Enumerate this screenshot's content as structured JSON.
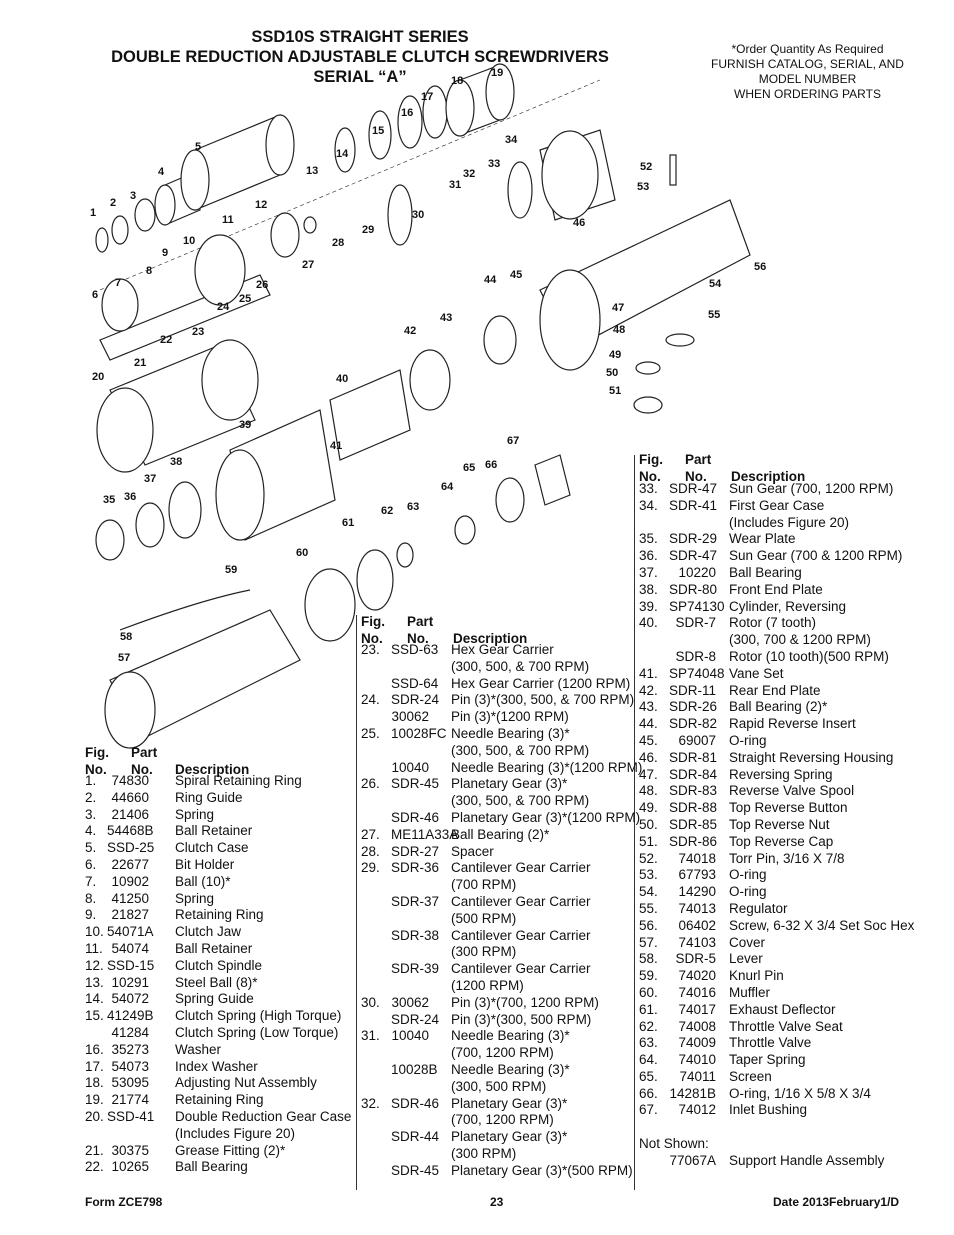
{
  "header": {
    "title_line1": "SSD10S STRAIGHT SERIES",
    "title_line2": "DOUBLE REDUCTION ADJUSTABLE CLUTCH SCREWDRIVERS",
    "title_line3": "SERIAL “A”"
  },
  "order_note": [
    "*Order Quantity As Required",
    "FURNISH CATALOG, SERIAL, AND",
    "MODEL NUMBER",
    "WHEN ORDERING PARTS"
  ],
  "diagram": {
    "callouts": [
      "1",
      "2",
      "3",
      "4",
      "5",
      "6",
      "7",
      "8",
      "9",
      "10",
      "11",
      "12",
      "13",
      "14",
      "15",
      "16",
      "17",
      "18",
      "19",
      "20",
      "21",
      "22",
      "23",
      "24",
      "25",
      "26",
      "27",
      "28",
      "29",
      "30",
      "31",
      "32",
      "33",
      "34",
      "35",
      "36",
      "37",
      "38",
      "39",
      "40",
      "41",
      "42",
      "43",
      "44",
      "45",
      "46",
      "47",
      "48",
      "49",
      "50",
      "51",
      "52",
      "53",
      "54",
      "55",
      "56",
      "57",
      "58",
      "59",
      "60",
      "61",
      "62",
      "63",
      "64",
      "65",
      "66",
      "67"
    ]
  },
  "table_headers": {
    "fig": "Fig.",
    "no": "No.",
    "part": "Part",
    "part_no": "No.",
    "desc": "Description"
  },
  "col1": [
    {
      "f": "1.",
      "p": "74830",
      "d": "Spiral Retaining Ring"
    },
    {
      "f": "2.",
      "p": "44660",
      "d": "Ring Guide"
    },
    {
      "f": "3.",
      "p": "21406",
      "d": "Spring"
    },
    {
      "f": "4.",
      "p": "54468B",
      "d": "Ball Retainer"
    },
    {
      "f": "5.",
      "p": "SSD-25",
      "d": "Clutch Case"
    },
    {
      "f": "6.",
      "p": "22677",
      "d": "Bit Holder"
    },
    {
      "f": "7.",
      "p": "10902",
      "d": "Ball (10)*"
    },
    {
      "f": "8.",
      "p": "41250",
      "d": "Spring"
    },
    {
      "f": "9.",
      "p": "21827",
      "d": "Retaining Ring"
    },
    {
      "f": "10.",
      "p": "54071A",
      "d": "Clutch Jaw"
    },
    {
      "f": "11.",
      "p": "54074",
      "d": "Ball Retainer"
    },
    {
      "f": "12.",
      "p": "SSD-15",
      "d": "Clutch Spindle"
    },
    {
      "f": "13.",
      "p": "10291",
      "d": "Steel Ball (8)*"
    },
    {
      "f": "14.",
      "p": "54072",
      "d": "Spring Guide"
    },
    {
      "f": "15.",
      "p": "41249B",
      "d": "Clutch Spring (High Torque)"
    },
    {
      "f": "",
      "p": "41284",
      "d": "Clutch Spring (Low Torque)"
    },
    {
      "f": "16.",
      "p": "35273",
      "d": "Washer"
    },
    {
      "f": "17.",
      "p": "54073",
      "d": "Index Washer"
    },
    {
      "f": "18.",
      "p": "53095",
      "d": "Adjusting Nut Assembly"
    },
    {
      "f": "19.",
      "p": "21774",
      "d": "Retaining Ring"
    },
    {
      "f": "20.",
      "p": "SSD-41",
      "d": "Double Reduction Gear Case"
    },
    {
      "f": "",
      "p": "",
      "d": "(Includes Figure 20)"
    },
    {
      "f": "21.",
      "p": "30375",
      "d": "Grease Fitting (2)*"
    },
    {
      "f": "22.",
      "p": "10265",
      "d": "Ball Bearing"
    }
  ],
  "col2": [
    {
      "f": "23.",
      "p": "SSD-63",
      "d": "Hex Gear Carrier"
    },
    {
      "f": "",
      "p": "",
      "d": "(300, 500, & 700 RPM)"
    },
    {
      "f": "",
      "p": "SSD-64",
      "d": "Hex Gear Carrier (1200 RPM)"
    },
    {
      "f": "24.",
      "p": "SDR-24",
      "d": "Pin (3)*(300, 500, & 700 RPM)"
    },
    {
      "f": "",
      "p": "30062",
      "d": "Pin (3)*(1200 RPM)"
    },
    {
      "f": "25.",
      "p": "10028FC",
      "d": "Needle Bearing (3)*"
    },
    {
      "f": "",
      "p": "",
      "d": "(300, 500, & 700 RPM)"
    },
    {
      "f": "",
      "p": "10040",
      "d": "Needle Bearing (3)*(1200 RPM)"
    },
    {
      "f": "26.",
      "p": "SDR-45",
      "d": "Planetary Gear (3)*"
    },
    {
      "f": "",
      "p": "",
      "d": "(300, 500, & 700 RPM)"
    },
    {
      "f": "",
      "p": "SDR-46",
      "d": "Planetary Gear (3)*(1200 RPM)"
    },
    {
      "f": "27.",
      "p": "ME11A33A",
      "d": "Ball Bearing (2)*"
    },
    {
      "f": "28.",
      "p": "SDR-27",
      "d": "Spacer"
    },
    {
      "f": "29.",
      "p": "SDR-36",
      "d": "Cantilever Gear Carrier"
    },
    {
      "f": "",
      "p": "",
      "d": "(700 RPM)"
    },
    {
      "f": "",
      "p": "SDR-37",
      "d": "Cantilever Gear Carrier"
    },
    {
      "f": "",
      "p": "",
      "d": "(500 RPM)"
    },
    {
      "f": "",
      "p": "SDR-38",
      "d": "Cantilever Gear Carrier"
    },
    {
      "f": "",
      "p": "",
      "d": "(300 RPM)"
    },
    {
      "f": "",
      "p": "SDR-39",
      "d": "Cantilever Gear Carrier"
    },
    {
      "f": "",
      "p": "",
      "d": "(1200 RPM)"
    },
    {
      "f": "30.",
      "p": "30062",
      "d": "Pin (3)*(700, 1200 RPM)"
    },
    {
      "f": "",
      "p": "SDR-24",
      "d": "Pin (3)*(300, 500 RPM)"
    },
    {
      "f": "31.",
      "p": "10040",
      "d": "Needle Bearing (3)*"
    },
    {
      "f": "",
      "p": "",
      "d": "(700, 1200 RPM)"
    },
    {
      "f": "",
      "p": "10028B",
      "d": "Needle Bearing (3)*"
    },
    {
      "f": "",
      "p": "",
      "d": "(300, 500 RPM)"
    },
    {
      "f": "32.",
      "p": "SDR-46",
      "d": "Planetary Gear (3)*"
    },
    {
      "f": "",
      "p": "",
      "d": "(700, 1200 RPM)"
    },
    {
      "f": "",
      "p": "SDR-44",
      "d": "Planetary Gear (3)*"
    },
    {
      "f": "",
      "p": "",
      "d": "(300 RPM)"
    },
    {
      "f": "",
      "p": "SDR-45",
      "d": "Planetary Gear (3)*(500 RPM)"
    }
  ],
  "col3": [
    {
      "f": "33.",
      "p": "SDR-47",
      "d": "Sun Gear (700, 1200 RPM)"
    },
    {
      "f": "34.",
      "p": "SDR-41",
      "d": "First Gear Case"
    },
    {
      "f": "",
      "p": "",
      "d": "(Includes Figure 20)"
    },
    {
      "f": "35.",
      "p": "SDR-29",
      "d": "Wear Plate"
    },
    {
      "f": "36.",
      "p": "SDR-47",
      "d": "Sun Gear (700 & 1200 RPM)"
    },
    {
      "f": "37.",
      "p": "10220",
      "d": "Ball Bearing"
    },
    {
      "f": "38.",
      "p": "SDR-80",
      "d": "Front End Plate"
    },
    {
      "f": "39.",
      "p": "SP74130",
      "d": "Cylinder, Reversing"
    },
    {
      "f": "40.",
      "p": "SDR-7",
      "d": "Rotor (7 tooth)"
    },
    {
      "f": "",
      "p": "",
      "d": "(300, 700 & 1200 RPM)"
    },
    {
      "f": "",
      "p": "SDR-8",
      "d": "Rotor (10 tooth)(500 RPM)"
    },
    {
      "f": "41.",
      "p": "SP74048",
      "d": "Vane Set"
    },
    {
      "f": "42.",
      "p": "SDR-11",
      "d": "Rear End Plate"
    },
    {
      "f": "43.",
      "p": "SDR-26",
      "d": "Ball Bearing (2)*"
    },
    {
      "f": "44.",
      "p": "SDR-82",
      "d": "Rapid Reverse Insert"
    },
    {
      "f": "45.",
      "p": "69007",
      "d": "O-ring"
    },
    {
      "f": "46.",
      "p": "SDR-81",
      "d": "Straight Reversing Housing"
    },
    {
      "f": "47.",
      "p": "SDR-84",
      "d": "Reversing Spring"
    },
    {
      "f": "48.",
      "p": "SDR-83",
      "d": "Reverse Valve Spool"
    },
    {
      "f": "49.",
      "p": "SDR-88",
      "d": "Top Reverse Button"
    },
    {
      "f": "50.",
      "p": "SDR-85",
      "d": "Top Reverse Nut"
    },
    {
      "f": "51.",
      "p": "SDR-86",
      "d": "Top Reverse Cap"
    },
    {
      "f": "52.",
      "p": "74018",
      "d": "Torr Pin, 3/16 X 7/8"
    },
    {
      "f": "53.",
      "p": "67793",
      "d": "O-ring"
    },
    {
      "f": "54.",
      "p": "14290",
      "d": "O-ring"
    },
    {
      "f": "55.",
      "p": "74013",
      "d": "Regulator"
    },
    {
      "f": "56.",
      "p": "06402",
      "d": "Screw, 6-32 X 3/4 Set Soc Hex"
    },
    {
      "f": "57.",
      "p": "74103",
      "d": "Cover"
    },
    {
      "f": "58.",
      "p": "SDR-5",
      "d": "Lever"
    },
    {
      "f": "59.",
      "p": "74020",
      "d": "Knurl Pin"
    },
    {
      "f": "60.",
      "p": "74016",
      "d": "Muffler"
    },
    {
      "f": "61.",
      "p": "74017",
      "d": "Exhaust Deflector"
    },
    {
      "f": "62.",
      "p": "74008",
      "d": "Throttle Valve Seat"
    },
    {
      "f": "63.",
      "p": "74009",
      "d": "Throttle Valve"
    },
    {
      "f": "64.",
      "p": "74010",
      "d": "Taper Spring"
    },
    {
      "f": "65.",
      "p": "74011",
      "d": "Screen"
    },
    {
      "f": "66.",
      "p": "14281B",
      "d": "O-ring, 1/16 X 5/8 X 3/4"
    },
    {
      "f": "67.",
      "p": "74012",
      "d": "Inlet Bushing"
    }
  ],
  "not_shown": {
    "label": "Not Shown:",
    "p": "77067A",
    "d": "Support Handle Assembly"
  },
  "footer": {
    "form": "Form ZCE798",
    "page": "23",
    "date": "Date 2013February1/D"
  }
}
